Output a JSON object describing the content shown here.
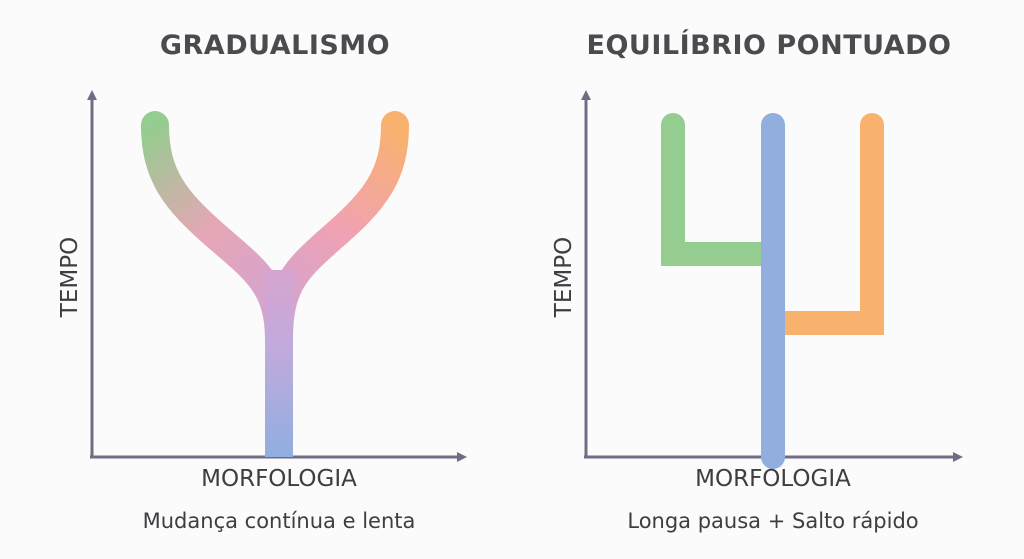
{
  "left_panel": {
    "title": "GRADUALISMO",
    "y_axis_label": "TEMPO",
    "x_axis_label": "MORFOLOGIA",
    "caption": "Mudança contínua e lenta"
  },
  "right_panel": {
    "title": "EQUILÍBRIO PONTUADO",
    "y_axis_label": "TEMPO",
    "x_axis_label": "MORFOLOGIA",
    "caption": "Longa pausa + Salto rápido"
  },
  "colors": {
    "axis": "#6f6d85",
    "green": "#95cc8f",
    "orange": "#f9b26d",
    "blue": "#91aedf",
    "pink": "#eda5b8",
    "violet": "#c7a5d8"
  }
}
